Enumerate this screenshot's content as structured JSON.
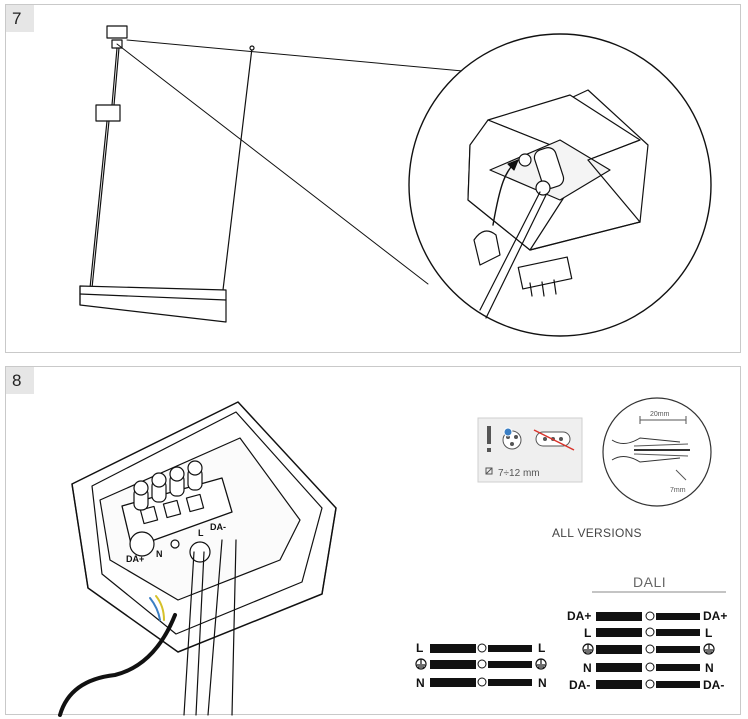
{
  "steps": [
    {
      "number": "7"
    },
    {
      "number": "8"
    }
  ],
  "strip_length_note": "7÷12 mm",
  "all_versions_label": "ALL VERSIONS",
  "strip_detail": {
    "length_label": "20mm",
    "tip_label": "7mm"
  },
  "dali_title": "DALI",
  "left_terminals": [
    {
      "left": "L",
      "right": "L"
    },
    {
      "left": "earth",
      "right": "earth"
    },
    {
      "left": "N",
      "right": "N"
    }
  ],
  "dali_terminals": [
    {
      "left": "DA+",
      "right": "DA+"
    },
    {
      "left": "L",
      "right": "L"
    },
    {
      "left": "earth",
      "right": "earth"
    },
    {
      "left": "N",
      "right": "N"
    },
    {
      "left": "DA-",
      "right": "DA-"
    }
  ],
  "block_labels": [
    "DA+",
    "N",
    "L",
    "DA-"
  ],
  "colors": {
    "ink": "#111111",
    "border": "#c9c9c9",
    "step_bg": "#e6e6e6",
    "accent_red": "#d9342b",
    "wire_blue": "#3b7fc4",
    "wire_yellow": "#d6c12a"
  }
}
